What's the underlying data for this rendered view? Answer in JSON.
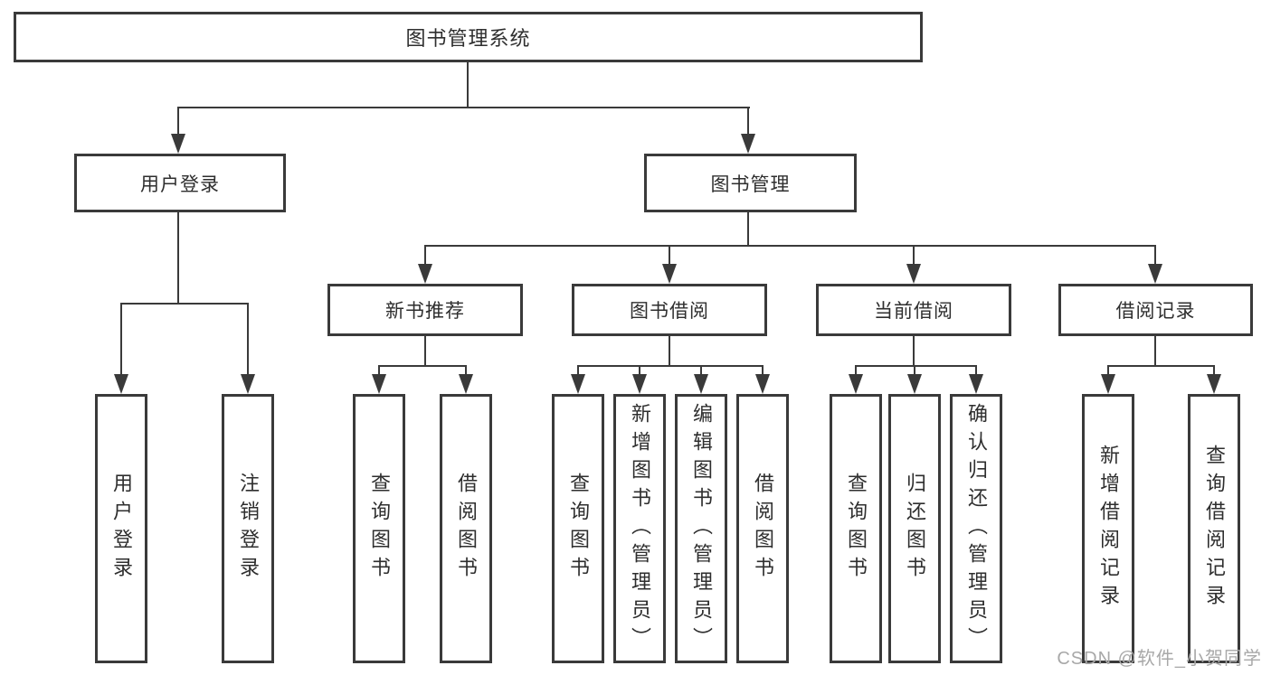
{
  "diagram": {
    "tree": {
      "root": {
        "label": "图书管理系统"
      },
      "user_login": {
        "label": "用户登录",
        "children": [
          {
            "label": "用户登录"
          },
          {
            "label": "注销登录"
          }
        ]
      },
      "book_management": {
        "label": "图书管理",
        "sections": [
          {
            "label": "新书推荐",
            "children": [
              {
                "label": "查询图书"
              },
              {
                "label": "借阅图书"
              }
            ]
          },
          {
            "label": "图书借阅",
            "children": [
              {
                "label": "查询图书"
              },
              {
                "label": "新增图书（管理员）"
              },
              {
                "label": "编辑图书（管理员）"
              },
              {
                "label": "借阅图书"
              }
            ]
          },
          {
            "label": "当前借阅",
            "children": [
              {
                "label": "查询图书"
              },
              {
                "label": "归还图书"
              },
              {
                "label": "确认归还（管理员）"
              }
            ]
          },
          {
            "label": "借阅记录",
            "children": [
              {
                "label": "新增借阅记录"
              },
              {
                "label": "查询借阅记录"
              }
            ]
          }
        ]
      }
    }
  },
  "watermark": "CSDN @软件_小贺同学",
  "colors": {
    "line": "#3a3a3a",
    "text": "#2e2e2e",
    "watermark": "#a8a8a8",
    "background": "#ffffff"
  }
}
